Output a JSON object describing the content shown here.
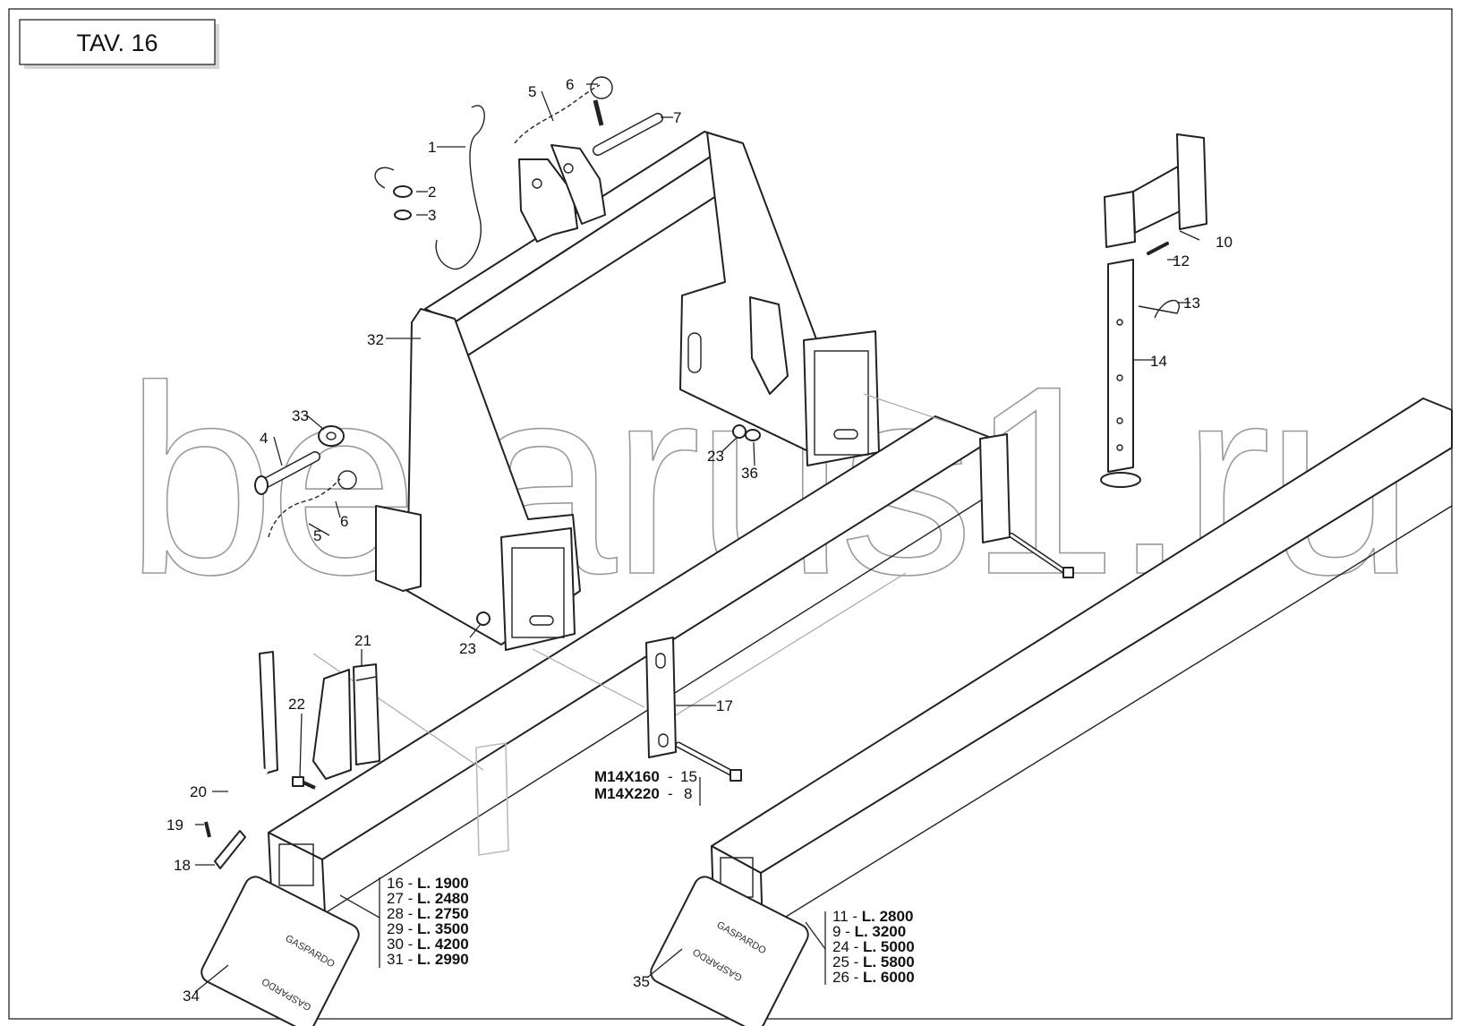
{
  "title": "TAV. 16",
  "watermark": "belarus1.ru",
  "callouts": [
    {
      "id": "c1",
      "text": "1"
    },
    {
      "id": "c2",
      "text": "2"
    },
    {
      "id": "c3",
      "text": "3"
    },
    {
      "id": "c4",
      "text": "4"
    },
    {
      "id": "c5a",
      "text": "5"
    },
    {
      "id": "c5b",
      "text": "5"
    },
    {
      "id": "c6a",
      "text": "6"
    },
    {
      "id": "c6b",
      "text": "6"
    },
    {
      "id": "c7",
      "text": "7"
    },
    {
      "id": "c10",
      "text": "10"
    },
    {
      "id": "c12",
      "text": "12"
    },
    {
      "id": "c13",
      "text": "13"
    },
    {
      "id": "c14",
      "text": "14"
    },
    {
      "id": "c17",
      "text": "17"
    },
    {
      "id": "c18",
      "text": "18"
    },
    {
      "id": "c19",
      "text": "19"
    },
    {
      "id": "c20",
      "text": "20"
    },
    {
      "id": "c21",
      "text": "21"
    },
    {
      "id": "c22",
      "text": "22"
    },
    {
      "id": "c23a",
      "text": "23"
    },
    {
      "id": "c23b",
      "text": "23"
    },
    {
      "id": "c32",
      "text": "32"
    },
    {
      "id": "c33",
      "text": "33"
    },
    {
      "id": "c34",
      "text": "34"
    },
    {
      "id": "c35",
      "text": "35"
    },
    {
      "id": "c36",
      "text": "36"
    }
  ],
  "bolt_spec": [
    {
      "size": "M14X160",
      "ref": "15"
    },
    {
      "size": "M14X220",
      "ref": "8"
    }
  ],
  "beam_lengths_left": [
    {
      "ref": "16",
      "len": "L. 1900"
    },
    {
      "ref": "27",
      "len": "L. 2480"
    },
    {
      "ref": "28",
      "len": "L. 2750"
    },
    {
      "ref": "29",
      "len": "L. 3500"
    },
    {
      "ref": "30",
      "len": "L. 4200"
    },
    {
      "ref": "31",
      "len": "L. 2990"
    }
  ],
  "beam_lengths_right": [
    {
      "ref": "11",
      "len": "L. 2800"
    },
    {
      "ref": "9",
      "len": "L. 3200"
    },
    {
      "ref": "24",
      "len": "L. 5000"
    },
    {
      "ref": "25",
      "len": "L. 5800"
    },
    {
      "ref": "26",
      "len": "L. 6000"
    }
  ],
  "plate_brand": "GASPARDO"
}
